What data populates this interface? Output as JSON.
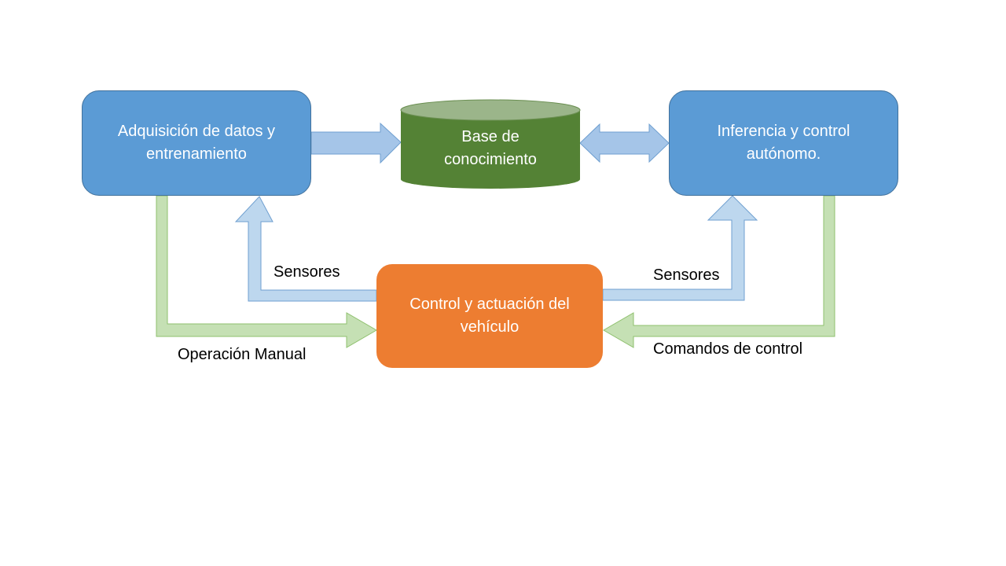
{
  "nodes": {
    "acquisition": "Adquisición de datos y\nentrenamiento",
    "knowledge_base": "Base de\nconocimiento",
    "inference": "Inferencia y control\nautónomo.",
    "vehicle_control": "Control y actuación del\nvehículo"
  },
  "edges": {
    "sensors_left": "Sensores",
    "sensors_right": "Sensores",
    "manual_operation": "Operación Manual",
    "control_commands": "Comandos de control"
  },
  "colors": {
    "blue_box": "#5b9bd5",
    "green_cylinder": "#548235",
    "orange_box": "#ed7d31",
    "light_blue_arrow": "#bdd7ee",
    "light_green_arrow": "#c5e0b4"
  }
}
